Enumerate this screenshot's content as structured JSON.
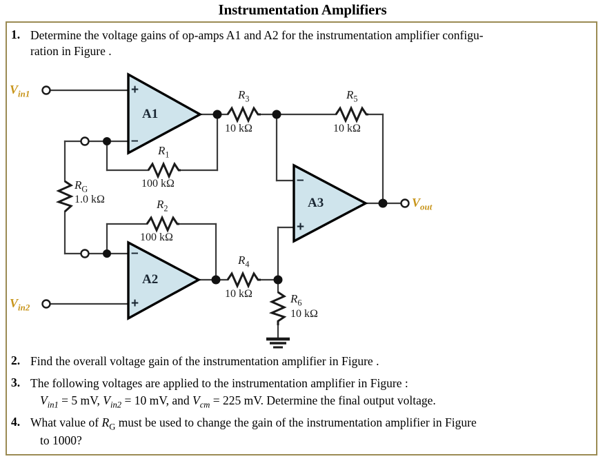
{
  "document": {
    "title": "Instrumentation Amplifiers",
    "border_color": "#9a8a52"
  },
  "questions": [
    {
      "number": "1.",
      "line1": "Determine the voltage gains of op-amps A1 and A2 for the instrumentation amplifier configu-",
      "line2": "ration in Figure ."
    },
    {
      "number": "2.",
      "line1": "Find the overall voltage gain of the instrumentation amplifier in Figure .",
      "line2": ""
    },
    {
      "number": "3.",
      "line1": "The following voltages are applied to the instrumentation amplifier in Figure :",
      "line2": "Vin1 = 5 mV, Vin2 = 10 mV, and Vcm = 225 mV. Determine the final output voltage."
    },
    {
      "number": "4.",
      "line1": "What value of RG must be used to change the gain of the instrumentation amplifier in Figure",
      "line2": "to 1000?"
    }
  ],
  "circuit": {
    "accent_label_color": "#c8951b",
    "opamp_fill": "#cfe4ec",
    "opamp_stroke": "#000000",
    "wire_color": "#3a3a3a",
    "inputs": [
      {
        "name": "vin1",
        "label": "Vin1",
        "base": "V",
        "sub": "in1"
      },
      {
        "name": "vin2",
        "label": "Vin2",
        "base": "V",
        "sub": "in2"
      }
    ],
    "output": {
      "name": "vout",
      "label": "Vout",
      "base": "V",
      "sub": "out"
    },
    "opamps": [
      {
        "name": "A1",
        "plus": "+",
        "minus": "–"
      },
      {
        "name": "A2",
        "plus": "+",
        "minus": "–"
      },
      {
        "name": "A3",
        "plus": "+",
        "minus": "–"
      }
    ],
    "resistors": [
      {
        "id": "RG",
        "base": "R",
        "sub": "G",
        "value": "1.0 kΩ"
      },
      {
        "id": "R1",
        "base": "R",
        "sub": "1",
        "value": "100 kΩ"
      },
      {
        "id": "R2",
        "base": "R",
        "sub": "2",
        "value": "100 kΩ"
      },
      {
        "id": "R3",
        "base": "R",
        "sub": "3",
        "value": "10 kΩ"
      },
      {
        "id": "R4",
        "base": "R",
        "sub": "4",
        "value": "10 kΩ"
      },
      {
        "id": "R5",
        "base": "R",
        "sub": "5",
        "value": "10 kΩ"
      },
      {
        "id": "R6",
        "base": "R",
        "sub": "6",
        "value": "10 kΩ"
      }
    ]
  }
}
